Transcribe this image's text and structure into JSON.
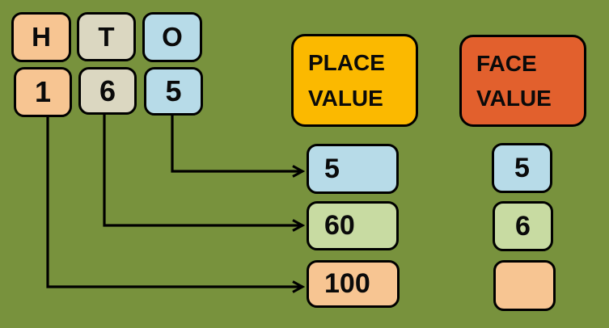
{
  "colors": {
    "background": "#78923D",
    "line": "#000000",
    "peach": "#F7C592",
    "beige": "#DBD7C1",
    "blue": "#B7DBE8",
    "green": "#C8DBA2",
    "yellow": "#FBB900",
    "orange_red": "#E2602D"
  },
  "number_grid": {
    "letters": {
      "hundreds": "H",
      "tens": "T",
      "ones": "O"
    },
    "digits": {
      "hundreds": "1",
      "tens": "6",
      "ones": "5"
    }
  },
  "headers": {
    "place_value": "PLACE VALUE",
    "face_value": "FACE VALUE"
  },
  "place_values": {
    "ones": "5",
    "tens": "60",
    "hundreds": "100"
  },
  "face_values": {
    "ones": "5",
    "tens": "6",
    "hundreds": ""
  }
}
